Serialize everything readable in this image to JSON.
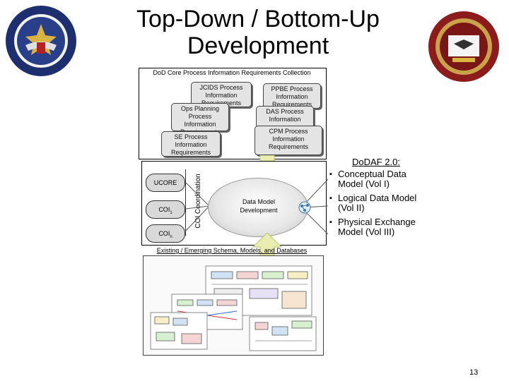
{
  "title": "Top-Down / Bottom-Up Development",
  "top_box_label": "DoD Core Process Information Requirements Collection",
  "process_boxes": {
    "jcids": "JCIDS Process Information Requirements",
    "ppbe": "PPBE Process Information Requirements",
    "ops": "Ops Planning Process Information Requirements",
    "das": "DAS Process Information",
    "se": "SE Process Information Requirements",
    "cpm": "CPM Process Information Requirements"
  },
  "coi": {
    "items": [
      "UCORE",
      "COI",
      "COI"
    ],
    "subscripts": [
      "",
      "1",
      "n"
    ],
    "vertical_label": "COI Coordination"
  },
  "data_model": "Data Model Development",
  "schema_label": "Existing / Emerging Schema, Models, and Databases",
  "dodaf": {
    "title": "DoDAF 2.0:",
    "bullets": [
      "Conceptual Data Model (Vol I)",
      "Logical Data Model (Vol II)",
      "Physical Exchange Model (Vol III)"
    ]
  },
  "page_number": "13",
  "colors": {
    "arrow_fill": "#e9edb0",
    "process_fill": "#e4e4e4",
    "seal_blue": "#1d2f6e",
    "seal_red": "#8c1b1b"
  },
  "icons": [
    "dod-seal-icon",
    "dod-cio-seal-icon",
    "network-icon"
  ]
}
